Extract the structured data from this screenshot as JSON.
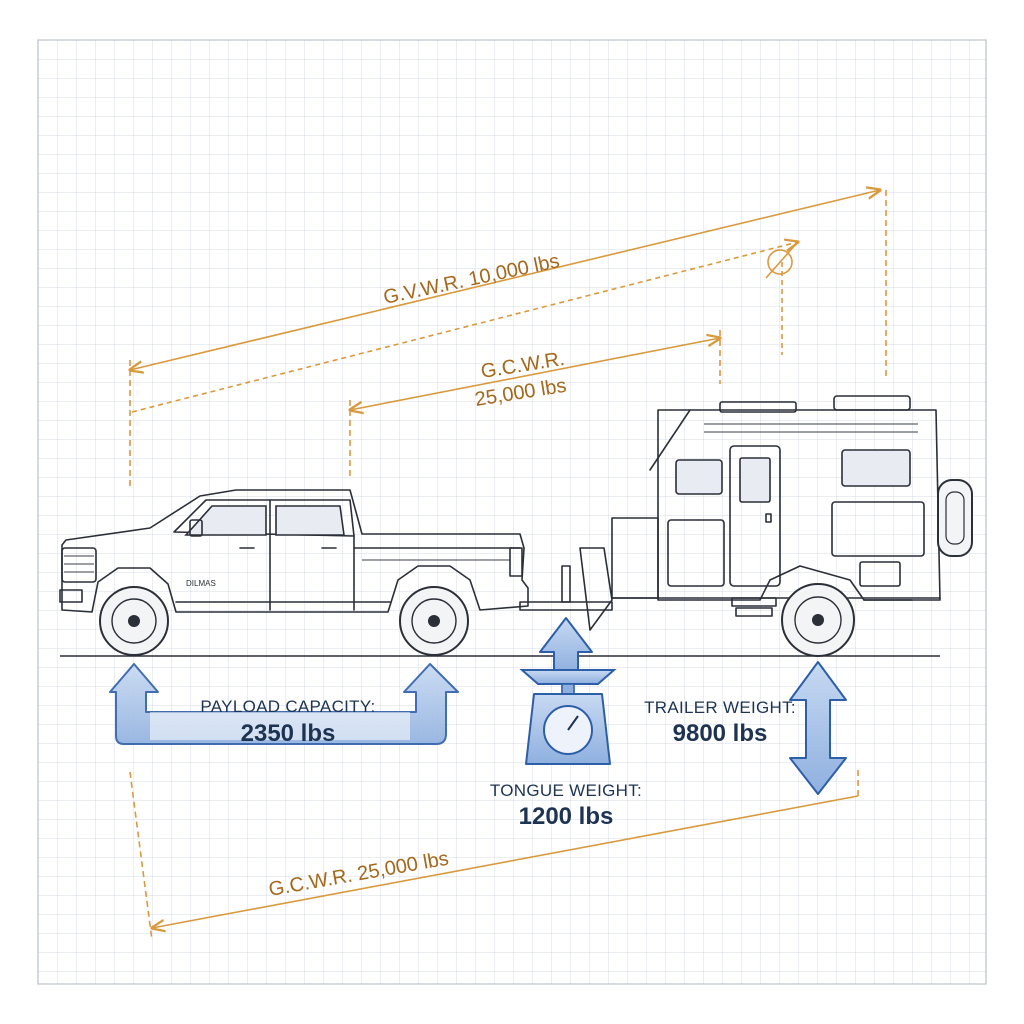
{
  "colors": {
    "background": "#ffffff",
    "grid": "#d6dbe3",
    "dimension_line": "#d99a3e",
    "dimension_text": "#a4681b",
    "arrow_fill": "#a9c4e8",
    "arrow_stroke": "#2d5fa8",
    "ink": "#2a2f38"
  },
  "dimensions": {
    "gvwr_top": "G.V.W.R. 10,000 lbs",
    "gcwr_mid_line1": "G.C.W.R.",
    "gcwr_mid_line2": "25,000 lbs",
    "gcwr_bottom": "G.C.W.R. 25,000 lbs"
  },
  "weights": {
    "payload_label": "PAYLOAD CAPACITY:",
    "payload_value": "2350 lbs",
    "tongue_label": "TONGUE WEIGHT:",
    "tongue_value": "1200 lbs",
    "trailer_label": "TRAILER WEIGHT:",
    "trailer_value": "9800 lbs"
  },
  "truck": {
    "badge_text": "DILMAS"
  },
  "icons": [
    "payload-arrow-icon",
    "scale-icon",
    "tongue-arrow-icon",
    "trailer-double-arrow-icon",
    "center-of-gravity-icon"
  ]
}
